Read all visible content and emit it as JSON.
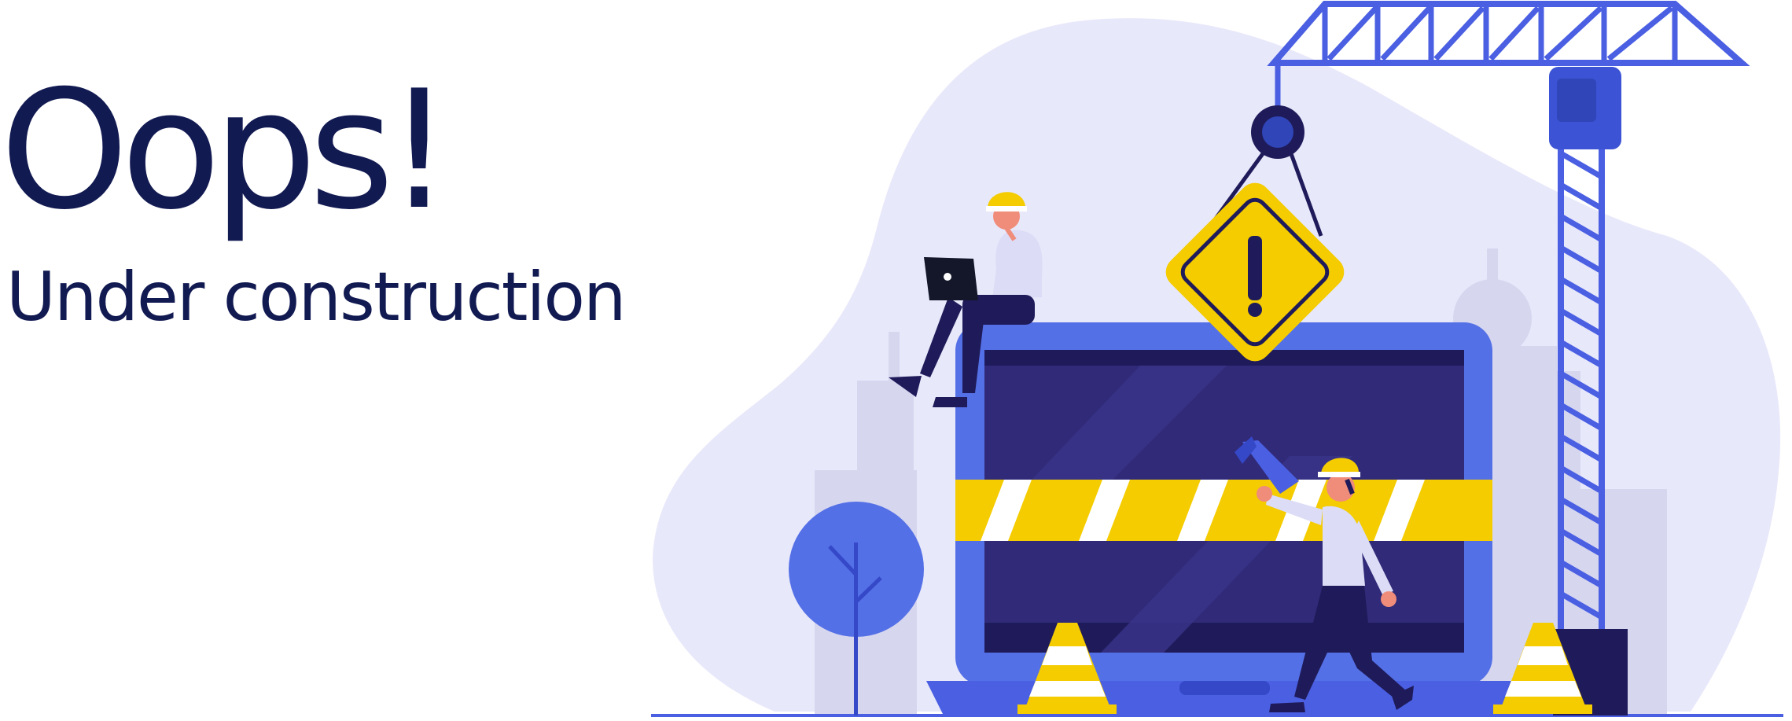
{
  "headline": "Oops!",
  "subheadline": "Under construction",
  "illustration": {
    "elements": [
      "background-blob",
      "city-silhouette",
      "tower-crane",
      "warning-sign-icon",
      "laptop-screen",
      "caution-tape",
      "traffic-cone",
      "tree",
      "worker-with-laptop",
      "worker-with-megaphone"
    ]
  },
  "colors": {
    "text": "#121a52",
    "blob": "#e8e8fb",
    "city": "#d6d6ef",
    "laptop_frame": "#5470e6",
    "laptop_screen": "#302a78",
    "crane": "#4a5fe2",
    "warning_yellow": "#f4cc00",
    "navy": "#1f1b5a"
  }
}
